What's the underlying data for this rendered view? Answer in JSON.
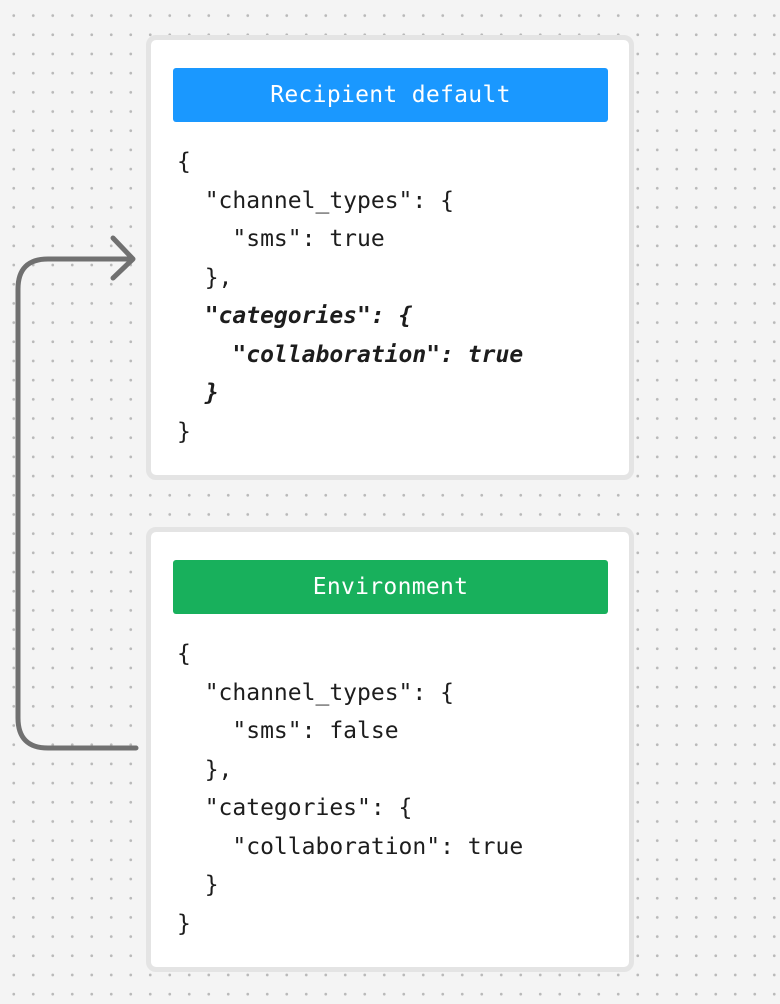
{
  "colors": {
    "recipient_header": "#1a98ff",
    "environment_header": "#18b05c",
    "connector": "#707070"
  },
  "icons": {
    "connector": "arrow-right-icon"
  },
  "cards": [
    {
      "title": "Recipient default",
      "lines": [
        "{",
        "  \"channel_types\": {",
        "    \"sms\": true",
        "  },",
        "  \"categories\": {",
        "    \"collaboration\": true",
        "  }",
        "}"
      ]
    },
    {
      "title": "Environment",
      "lines": [
        "{",
        "  \"channel_types\": {",
        "    \"sms\": false",
        "  },",
        "  \"categories\": {",
        "    \"collaboration\": true",
        "  }",
        "}"
      ]
    }
  ]
}
